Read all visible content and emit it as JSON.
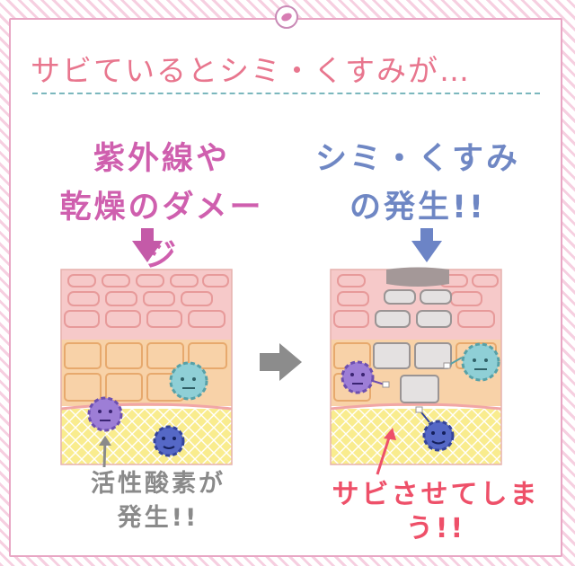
{
  "title": "サビているとシミ・くすみが…",
  "left_caption": [
    "紫外線や",
    "乾燥のダメージ"
  ],
  "right_caption": [
    "シミ・くすみ",
    "の発生!!"
  ],
  "left_note": [
    "活性酸素が",
    "発生!!"
  ],
  "right_note": "サビさせてしまう!!",
  "colors": {
    "title": "#e8768e",
    "left_accent": "#cf5fae",
    "right_accent": "#6f87c4",
    "note_gray": "#8a8a8a",
    "note_red": "#ee5069",
    "skin_pink": "#f6c9c9",
    "skin_orange": "#f8d2a8",
    "fat_yellow": "#f9ec8e",
    "dark_spot": "#a49898"
  },
  "icons": [
    "pin-icon",
    "arrow-down-icon",
    "arrow-right-icon",
    "active-oxygen-character-icon"
  ]
}
